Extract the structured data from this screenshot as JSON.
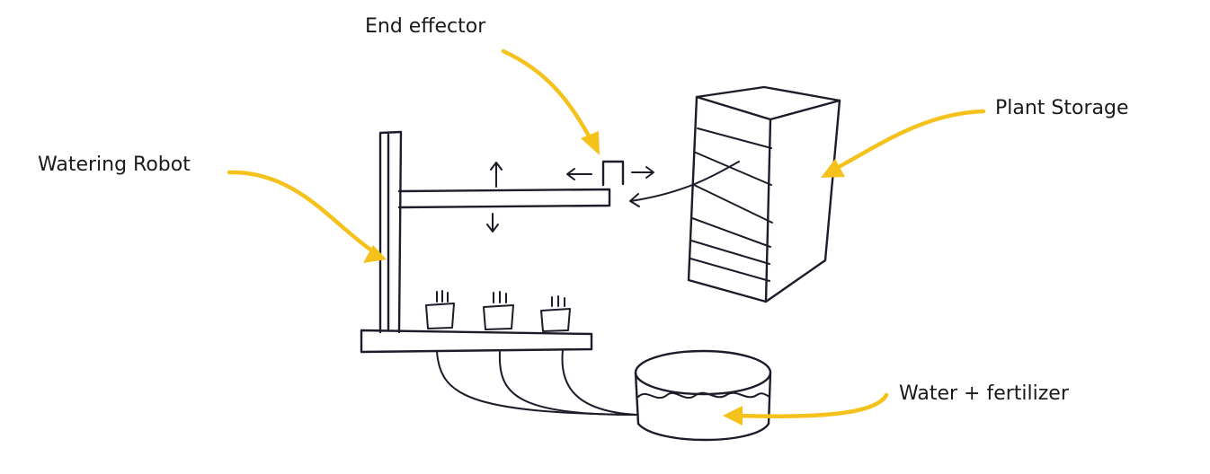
{
  "labels": {
    "end_effector": "End effector",
    "plant_storage": "Plant Storage",
    "watering_robot": "Watering Robot",
    "water_fertilizer": "Water + fertilizer"
  },
  "colors": {
    "ink": "#1c1c2a",
    "callout": "#f5c21b",
    "background": "#ffffff"
  }
}
